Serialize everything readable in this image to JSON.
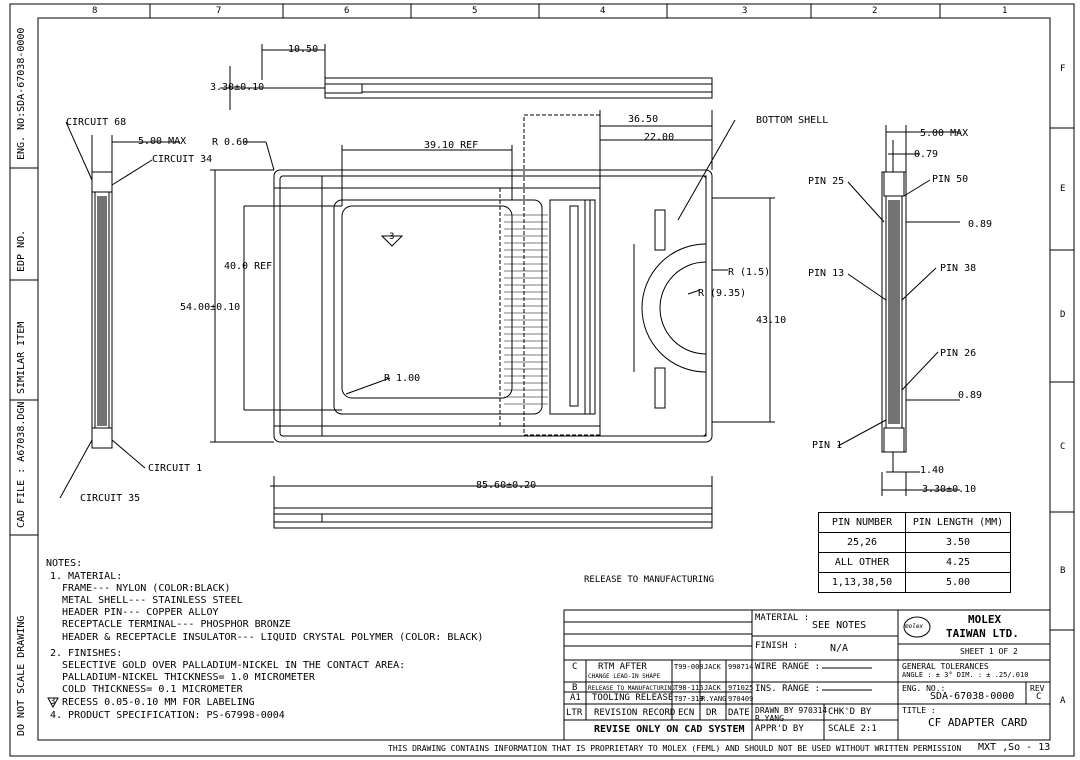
{
  "zones_top": [
    "8",
    "7",
    "6",
    "5",
    "4",
    "3",
    "2",
    "1"
  ],
  "zones_right": [
    "F",
    "E",
    "D",
    "C",
    "B",
    "A"
  ],
  "side_fields": {
    "eng_no": "ENG. NO:SDA-67038-0000",
    "edp_no": "EDP NO.",
    "similar_item": "SIMILAR ITEM",
    "cad_file": "CAD FILE : A67038.DGN",
    "do_not_scale": "DO NOT SCALE DRAWING"
  },
  "dims": {
    "d1050": "10.50",
    "d330": "3.30±0.10",
    "d3650": "36.50",
    "d2200": "22.00",
    "d3910": "39.10 REF",
    "r060": "R 0.60",
    "d4000": "40.0 REF",
    "d5400": "54.00±0.10",
    "d4310": "43.10",
    "r115": "R (1.5)",
    "r935": "R (9.35)",
    "r100": "R 1.00",
    "d8560": "85.60±0.20",
    "bottom_shell": "BOTTOM SHELL",
    "tri3": "3",
    "circuit68": "CIRCUIT 68",
    "circuit34": "CIRCUIT 34",
    "circuit1": "CIRCUIT 1",
    "circuit35": "CIRCUIT 35",
    "max500": "5.00 MAX",
    "max500b": "5.00 MAX",
    "d079": "0.79",
    "d089a": "0.89",
    "d089b": "0.89",
    "d140": "1.40",
    "d330b": "3.30±0.10",
    "pin25": "PIN 25",
    "pin50": "PIN 50",
    "pin13": "PIN 13",
    "pin38": "PIN 38",
    "pin26": "PIN 26",
    "pin1": "PIN 1"
  },
  "pin_table": {
    "headers": [
      "PIN NUMBER",
      "PIN LENGTH (MM)"
    ],
    "rows": [
      [
        "25,26",
        "3.50"
      ],
      [
        "ALL OTHER",
        "4.25"
      ],
      [
        "1,13,38,50",
        "5.00"
      ]
    ]
  },
  "notes": [
    "NOTES:",
    "1. MATERIAL:",
    "FRAME--- NYLON (COLOR:BLACK)",
    "METAL SHELL--- STAINLESS STEEL",
    "HEADER PIN--- COPPER ALLOY",
    "RECEPTACLE TERMINAL--- PHOSPHOR BRONZE",
    "HEADER & RECEPTACLE INSULATOR--- LIQUID CRYSTAL POLYMER (COLOR: BLACK)",
    "2. FINISHES:",
    "SELECTIVE GOLD OVER PALLADIUM-NICKEL IN THE CONTACT AREA:",
    "PALLADIUM-NICKEL THICKNESS= 1.0 MICROMETER",
    "COLD THICKNESS= 0.1 MICROMETER",
    "RECESS 0.05-0.10 MM FOR LABELING",
    "4. PRODUCT SPECIFICATION: PS-67998-0004"
  ],
  "release_to_mfg": "RELEASE TO MANUFACTURING",
  "revisions": [
    {
      "ltr": "C",
      "record": "RTM AFTER",
      "sub": "CHANGE LEAD-IN SHAPE",
      "ecn": "T99-008",
      "dr": "JACK",
      "date": "990714"
    },
    {
      "ltr": "B",
      "record": "RELEASE TO MANUFACTURING",
      "sub": "",
      "ecn": "T98-116",
      "dr": "JACK",
      "date": "971025"
    },
    {
      "ltr": "A1",
      "record": "TOOLING RELEASE",
      "sub": "",
      "ecn": "T97-318",
      "dr": "R.YANG",
      "date": "970409"
    }
  ],
  "rev_header": {
    "ltr": "LTR",
    "record": "REVISION RECORD",
    "ecn": "ECN",
    "dr": "DR",
    "date": "DATE"
  },
  "revise_cad": "REVISE ONLY ON CAD SYSTEM",
  "title_block": {
    "material_label": "MATERIAL :",
    "material_value": "SEE NOTES",
    "finish_label": "FINISH :",
    "finish_value": "N/A",
    "wire_range": "WIRE RANGE :",
    "ins_range": "INS. RANGE :",
    "drawn_by": "DRAWN BY 970314 R.YANG",
    "chkd_by": "CHK'D BY",
    "apprd_by": "APPR'D BY",
    "scale": "SCALE 2:1",
    "logo": "molex",
    "company1": "MOLEX",
    "company2": "TAIWAN LTD.",
    "sheet": "SHEET 1 OF 2",
    "gen_tol": "GENERAL TOLERANCES",
    "tol_values": "ANGLE : ± 3°  DIM. : ± .25/.010",
    "eng_no_label": "ENG. NO.:",
    "eng_no_value": "SDA-67038-0000",
    "rev_label": "REV",
    "rev_value": "C",
    "title_label": "TITLE :",
    "title_value": "CF ADAPTER CARD"
  },
  "proprietary": "THIS DRAWING CONTAINS INFORMATION THAT IS PROPRIETARY TO MOLEX (FEML) AND SHOULD NOT BE USED WITHOUT WRITTEN PERMISSION",
  "footer_code": "MXT ,So - 13"
}
